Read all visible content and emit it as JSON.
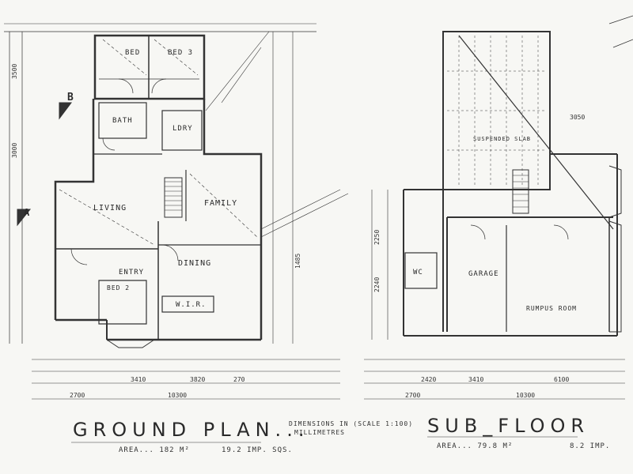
{
  "title_block": {
    "ground_title": "GROUND PLAN...",
    "dimensions_note_1": "DIMENSIONS IN (SCALE 1:100)",
    "dimensions_note_2": "MILLIMETRES",
    "subfloor_title": "SUB_FLOOR",
    "ground_area": "AREA... 182 M²",
    "ground_squares": "19.2 IMP. SQS.",
    "subfloor_area": "AREA... 79.8 M²",
    "subfloor_squares": "8.2 IMP."
  },
  "ground_rooms": {
    "bed": "BED",
    "bath": "BATH",
    "ldry": "LDRY",
    "living": "LIVING",
    "family": "FAMILY",
    "entry": "ENTRY",
    "dining": "DINING",
    "wir": "W.I.R.",
    "bed2": "BED 2",
    "bed3": "BED 3"
  },
  "subfloor_rooms": {
    "wc": "WC",
    "garage": "GARAGE",
    "rumpus": "RUMPUS ROOM",
    "suspended": "SUSPENDED SLAB"
  },
  "section_markers": {
    "b": "B",
    "a": "A"
  },
  "dimensions": {
    "ground_bottom_1": "2700",
    "ground_bottom_2": "10300",
    "ground_row_1": "3410",
    "ground_row_2": "3820",
    "ground_row_3": "270",
    "subfloor_bottom_1": "2700",
    "subfloor_bottom_2": "10300",
    "subfloor_row_1": "2420",
    "subfloor_row_2": "3410",
    "subfloor_row_3": "6100",
    "subfloor_top": "3050",
    "ground_side_1": "3500",
    "ground_side_2": "3000",
    "ground_side_3": "1485",
    "subfloor_side_1": "2250",
    "subfloor_side_2": "2240"
  }
}
